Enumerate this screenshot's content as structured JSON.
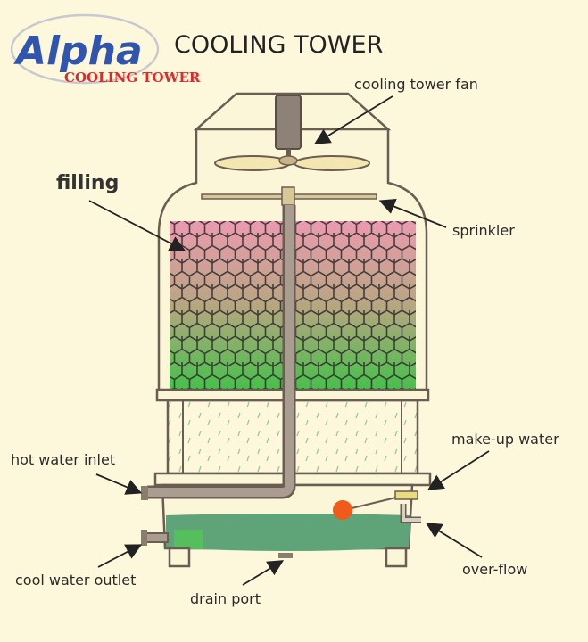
{
  "logo": {
    "brand": "Alpha",
    "subtitle": "COOLING TOWER"
  },
  "title": "COOLING TOWER",
  "labels": {
    "fan": "cooling tower fan",
    "filling": "filling",
    "sprinkler": "sprinkler",
    "makeup_water": "make-up water",
    "hot_water_inlet": "hot water inlet",
    "overflow": "over-flow",
    "cool_water_outlet": "cool water outlet",
    "drain_port": "drain port"
  },
  "colors": {
    "background": "#fdf8dc",
    "fill_top": "#ec9ab0",
    "fill_bottom": "#45c04a",
    "water": "#5fa478",
    "float_ball": "#f05a1a",
    "logo_blue": "#2f55b0",
    "logo_red": "#e02a2a"
  }
}
